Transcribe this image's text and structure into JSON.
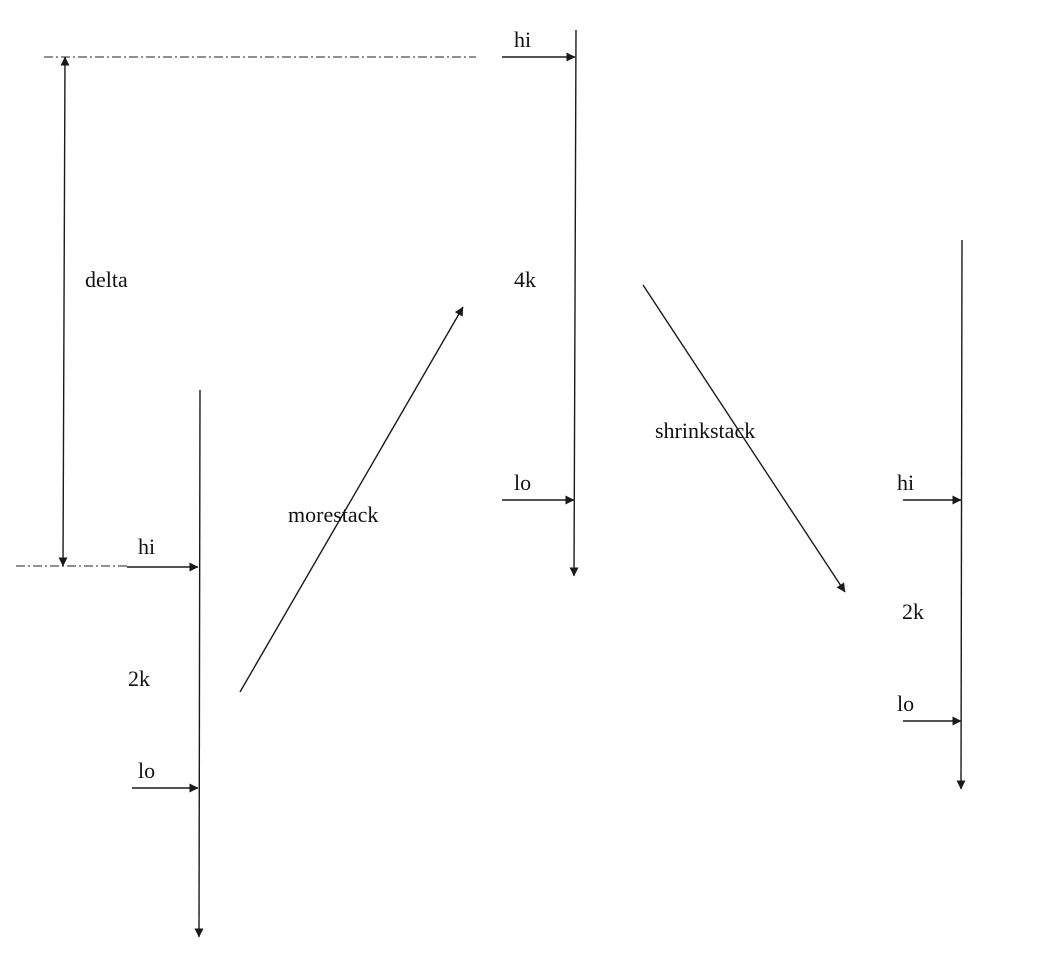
{
  "labels": {
    "delta": "delta",
    "morestack": "morestack",
    "shrinkstack": "shrinkstack",
    "stack_small_size": "2k",
    "stack_large_size": "4k",
    "stack_shrunk_size": "2k",
    "hi": "hi",
    "lo": "lo"
  },
  "colors": {
    "stroke": "#1a1a1a",
    "text": "#111111",
    "background": "#ffffff"
  }
}
